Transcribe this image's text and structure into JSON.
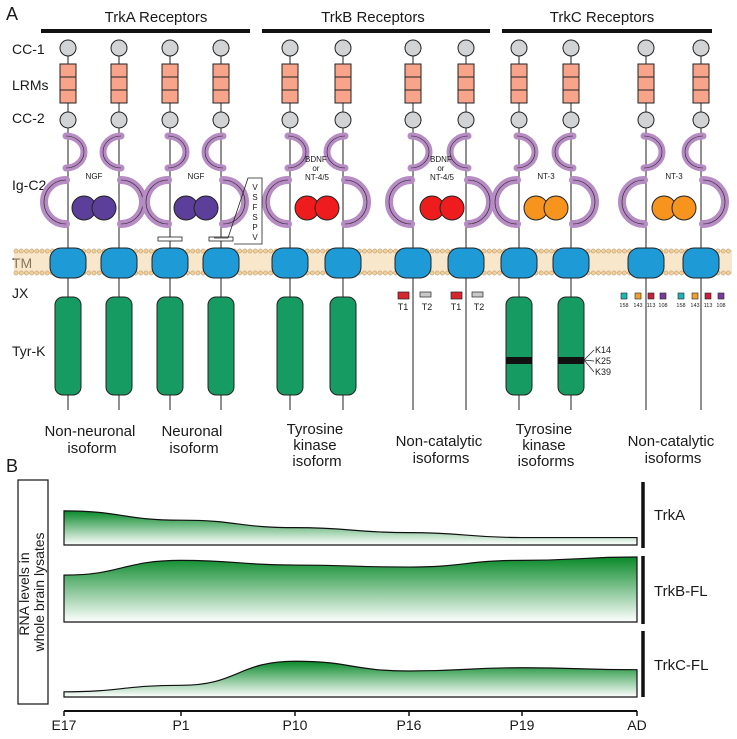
{
  "panels": {
    "a": "A",
    "b": "B"
  },
  "groups": [
    {
      "title": "TrkA Receptors"
    },
    {
      "title": "TrkB Receptors"
    },
    {
      "title": "TrkC Receptors"
    }
  ],
  "domains": [
    "CC-1",
    "LRMs",
    "CC-2",
    "Ig-C2",
    "TM",
    "JX",
    "Tyr-K"
  ],
  "ligands": [
    {
      "label": "NGF",
      "color": "#5b3f9a"
    },
    {
      "label": "NGF",
      "color": "#5b3f9a"
    },
    {
      "label": "BDNF\nor\nNT-4/5",
      "color": "#ee1c1c"
    },
    {
      "label": "BDNF\nor\nNT-4/5",
      "color": "#ee1c1c"
    },
    {
      "label": "NT-3",
      "color": "#f7941d"
    },
    {
      "label": "NT-3",
      "color": "#f7941d"
    }
  ],
  "insert_sequence": [
    "V",
    "S",
    "F",
    "S",
    "P",
    "V"
  ],
  "truncated_trkb_labels": [
    "T1",
    "T2",
    "T1",
    "T2"
  ],
  "truncated_trkc_labels": [
    "158",
    "143",
    "113",
    "108",
    "158",
    "143",
    "113",
    "108"
  ],
  "kinase_insert_labels": [
    "K14",
    "K25",
    "K39"
  ],
  "isoforms": [
    {
      "label": "Non-neuronal\nisoform"
    },
    {
      "label": "Neuronal\nisoform"
    },
    {
      "label": "Tyrosine\nkinase\nisoform"
    },
    {
      "label": "Non-catalytic\nisoforms"
    },
    {
      "label": "Tyrosine\nkinase\nisoforms"
    },
    {
      "label": "Non-catalytic\nisoforms"
    }
  ],
  "expression": {
    "ylabel": "RNA levels in\nwhole brain lysates",
    "stages": [
      "E17",
      "P1",
      "P10",
      "P16",
      "P19",
      "AD"
    ],
    "series": [
      {
        "name": "TrkA",
        "values": [
          0.55,
          0.4,
          0.28,
          0.2,
          0.12,
          0.12
        ]
      },
      {
        "name": "TrkB-FL",
        "values": [
          0.7,
          0.92,
          0.85,
          0.82,
          0.92,
          0.97
        ]
      },
      {
        "name": "TrkC-FL",
        "values": [
          0.08,
          0.18,
          0.55,
          0.4,
          0.45,
          0.42
        ]
      }
    ]
  },
  "colors": {
    "cc": "#d1d3d4",
    "lrm": "#f7a48a",
    "igc2": "#b78bc4",
    "tm": "#1e9ad6",
    "membrane": "#f3cf9a",
    "kinase": "#169b62",
    "area_dark": "#0a8a2a",
    "area_light": "#ffffff"
  }
}
